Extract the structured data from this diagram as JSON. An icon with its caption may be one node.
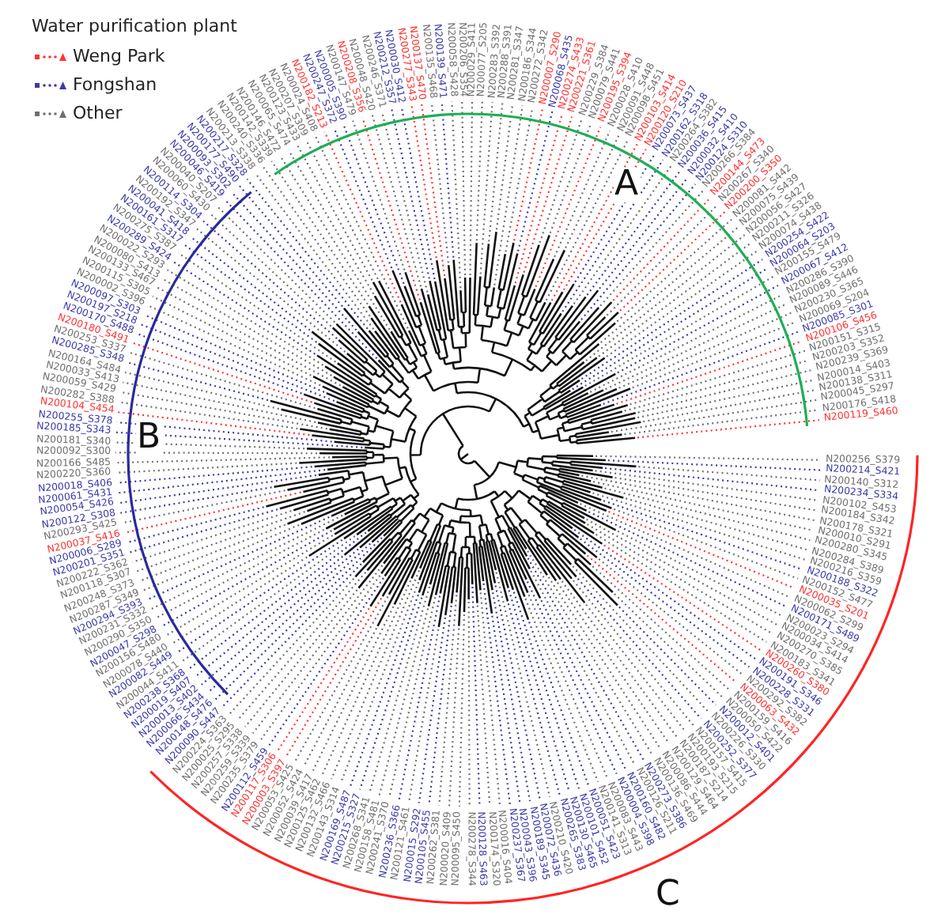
{
  "diagram": {
    "labels": [
      "Water purification plant",
      "A",
      "B",
      "C",
      "N200092_S300",
      "N200181_S340",
      "N200185_S343",
      "N200255_S378",
      "N200104_S454",
      "N200282_S388",
      "N200059_S429",
      "N200033_S413",
      "N200164_S484",
      "N200285_S348",
      "N200253_S337",
      "N200180_S491",
      "N200170_S488",
      "N200197_S218",
      "N200097_S303",
      "N200002_S396",
      "N200115_S305",
      "N200133_S467",
      "N200080_S413",
      "N200022_S293",
      "N200289_S424",
      "N200275_S387",
      "N200161_S317",
      "N200041_S418",
      "N200192_S347",
      "N200114_S304",
      "N200060_S430",
      "N200040_S207",
      "N200046_S419",
      "N200093_S302",
      "N200177_S490",
      "N200217_S328",
      "N200213_S338",
      "N200240_S336",
      "N200142_S339",
      "N200146_S472",
      "N200065_S474",
      "N200123_S433",
      "N200207_S309",
      "N200024_S408",
      "N200182_S213",
      "N200247_S372",
      "N200005_S390",
      "N200147_S479",
      "N200208_S356",
      "N200048_S420",
      "N200246_S371",
      "N200212_S357",
      "N200030_S412",
      "N200277_S343",
      "N200137_S470",
      "N200135_S468",
      "N200139_S471",
      "N200058_S428",
      "N200206_S354",
      "N200029_S411",
      "N200077_S205",
      "N200283_S392",
      "N200288_S391",
      "N200281_S347",
      "N200186_S344",
      "N200272_S342",
      "N200007_S290",
      "N200068_S435",
      "N200274_S433",
      "N200221_S361",
      "N200229_S384",
      "N200079_S441",
      "N200195_S394",
      "N200028_S410",
      "N200091_S448",
      "N200098_S451",
      "N200103_S414",
      "N200120_S210",
      "N200073_S437",
      "N200162_S318",
      "N200264_S382",
      "N200036_S415",
      "N200032_S410",
      "N200124_S310",
      "N200266_S384",
      "N200144_S473",
      "N200267_S340",
      "N200200_S350",
      "N200081_S442",
      "N200075_S439",
      "N200056_S427",
      "N200211_S326",
      "N200074_S438",
      "N200254_S422",
      "N200064_S203",
      "N200155_S479",
      "N200067_S412",
      "N200286_S390",
      "N200089_S446",
      "N200230_S365",
      "N200069_S204",
      "N200085_S301",
      "N200106_S456",
      "N200151_S315",
      "N200203_S352",
      "N200239_S369",
      "N200014_S403",
      "N200138_S311",
      "N200045_S297",
      "N200176_S418",
      "N200119_S460",
      "N200166_S485",
      "N200220_S360",
      "N200018_S406",
      "N200061_S431",
      "N200054_S426",
      "N200122_S308",
      "N200293_S425",
      "N200037_S416",
      "N200006_S289",
      "N200201_S351",
      "N200222_S362",
      "N200118_S307",
      "N200248_S373",
      "N200287_S349",
      "N200294_S393",
      "N200231_S332",
      "N200290_S350",
      "N200047_S298",
      "N200156_S480",
      "N200078_S440",
      "N200082_S449",
      "N200044_S411",
      "N200238_S368",
      "N200019_S407",
      "N200013_S402",
      "N200066_S434",
      "N200148_S476",
      "N200090_S447",
      "N200224_S363",
      "N200025_S295",
      "N200257_S338",
      "N200259_S339",
      "N200235_S379",
      "N200112_S459",
      "N200117_S306",
      "N200003_S397",
      "N200053_S425",
      "N200052_S424",
      "N200039_S417",
      "N200125_S462",
      "N200132_S466",
      "N200143_S314",
      "N200169_S487",
      "N200215_S327",
      "N200268_S341",
      "N200158_S481",
      "N200241_S370",
      "N200236_S366",
      "N200121_S461",
      "N200015_S292",
      "N200105_S455",
      "N200262_S381",
      "N200020_S409",
      "N200095_S450",
      "N200278_S344",
      "N200128_S463",
      "N200174_S320",
      "N200016_S404",
      "N200237_S367",
      "N200043_S396",
      "N200189_S345",
      "N200072_S436",
      "N200210_S420",
      "N200265_S383",
      "N200130_S465",
      "N200101_S452",
      "N200051_S423",
      "N200141_S313",
      "N200083_S443",
      "N200004_S398",
      "N200160_S482",
      "N200126_S211",
      "N200273_S386",
      "N200136_S469",
      "N200086_S444",
      "N200129_S464",
      "N200187_S214",
      "N200193_S215",
      "N200157_S415",
      "N200252_S377",
      "N200226_S330",
      "N200012_S401",
      "N200050_S422",
      "N200159_S416",
      "N200063_S432",
      "N200292_S382",
      "N200228_S331",
      "N200191_S346",
      "N200260_S380",
      "N200183_S341",
      "N200270_S385",
      "N200034_S414",
      "N200023_S294",
      "N200171_S489",
      "N200062_S299",
      "N200035_S201",
      "N200152_S477",
      "N200188_S322",
      "N200216_S359",
      "N200284_S389",
      "N200280_S345",
      "N200010_S291",
      "N200178_S321",
      "N200184_S342",
      "N200102_S453",
      "N200234_S334",
      "N200140_S312",
      "N200214_S421",
      "N200256_S379"
    ],
    "legend": [
      {
        "text": "Weng Park",
        "color": "#ff3333"
      },
      {
        "text": "Fongshan",
        "color": "#3a3aaa"
      },
      {
        "text": "Other",
        "color": "#707070"
      }
    ]
  }
}
